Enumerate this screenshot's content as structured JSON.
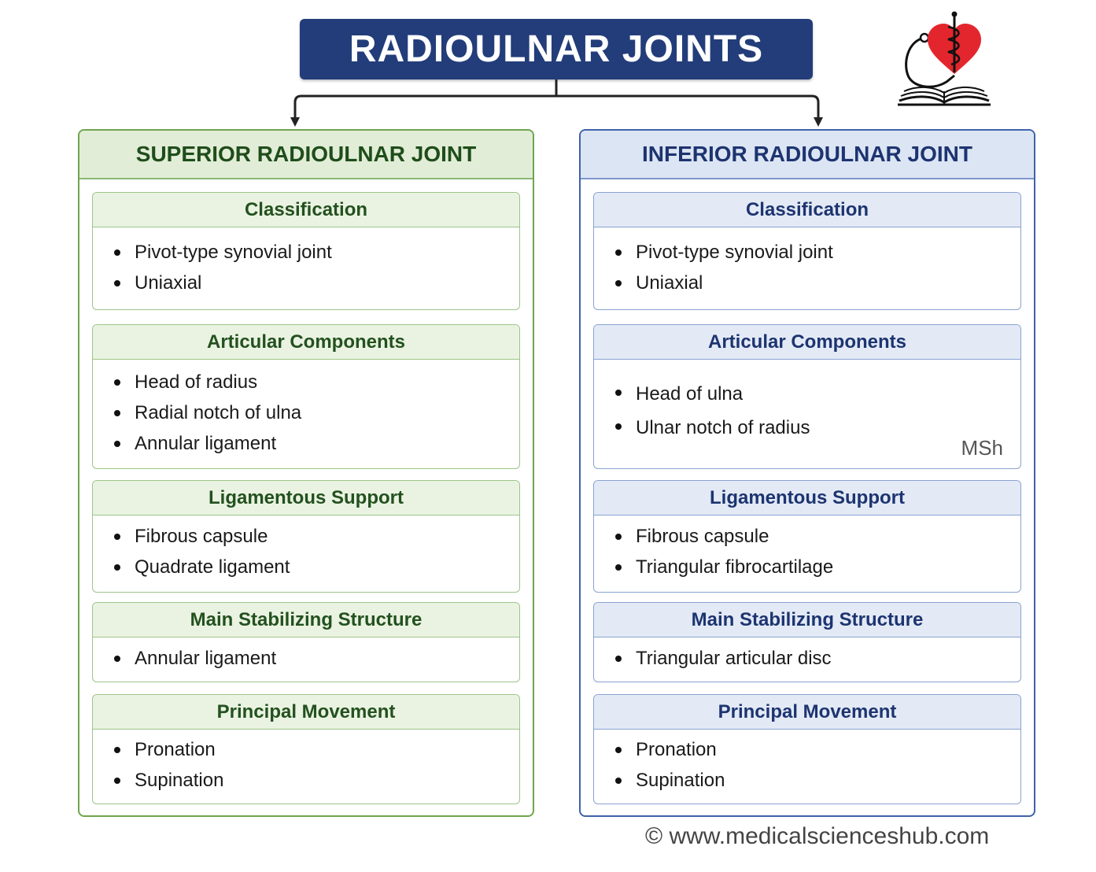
{
  "title": "RADIOULNAR JOINTS",
  "colors": {
    "title_bg": "#233d7a",
    "superior_accent": "#6ea54e",
    "inferior_accent": "#3f62a9",
    "heart": "#e3262d"
  },
  "logo": {
    "icons": [
      "stethoscope-icon",
      "heart-icon",
      "caduceus-icon",
      "open-book-icon"
    ]
  },
  "superior": {
    "heading": "SUPERIOR RADIOULNAR JOINT",
    "sections": [
      {
        "title": "Classification",
        "items": [
          "Pivot-type synovial joint",
          "Uniaxial"
        ]
      },
      {
        "title": "Articular Components",
        "items": [
          "Head of radius",
          "Radial notch of ulna",
          "Annular ligament"
        ]
      },
      {
        "title": "Ligamentous Support",
        "items": [
          "Fibrous capsule",
          "Quadrate ligament"
        ]
      },
      {
        "title": "Main Stabilizing Structure",
        "items": [
          "Annular ligament"
        ]
      },
      {
        "title": "Principal Movement",
        "items": [
          "Pronation",
          "Supination"
        ]
      }
    ]
  },
  "inferior": {
    "heading": "INFERIOR RADIOULNAR JOINT",
    "sections": [
      {
        "title": "Classification",
        "items": [
          "Pivot-type synovial joint",
          "Uniaxial"
        ]
      },
      {
        "title": "Articular Components",
        "items": [
          "Head of ulna",
          "Ulnar notch of radius"
        ]
      },
      {
        "title": "Ligamentous Support",
        "items": [
          "Fibrous capsule",
          "Triangular fibrocartilage"
        ]
      },
      {
        "title": "Main Stabilizing Structure",
        "items": [
          "Triangular articular disc"
        ]
      },
      {
        "title": "Principal Movement",
        "items": [
          "Pronation",
          "Supination"
        ]
      }
    ]
  },
  "watermark": "MSh",
  "copyright": "© www.medicalscienceshub.com"
}
